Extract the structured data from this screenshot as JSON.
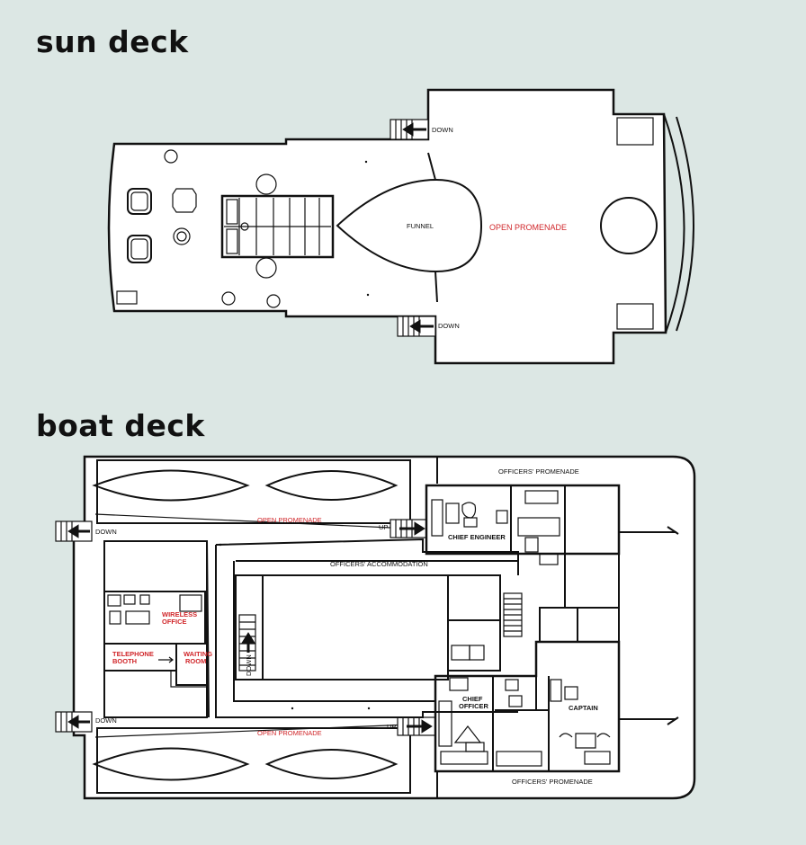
{
  "titles": {
    "sun_deck": "sun deck",
    "boat_deck": "boat deck"
  },
  "sun_deck": {
    "down_top": "DOWN",
    "down_bottom": "DOWN",
    "funnel": "FUNNEL",
    "open_promenade": "OPEN PROMENADE"
  },
  "boat_deck": {
    "officers_promenade_top": "OFFICERS' PROMENADE",
    "officers_promenade_bottom": "OFFICERS' PROMENADE",
    "open_promenade_top": "OPEN PROMENADE",
    "open_promenade_bottom": "OPEN PROMENADE",
    "down_left_top": "DOWN",
    "down_left_bottom": "DOWN",
    "up_top": "UP",
    "up_bottom": "UP",
    "chief_engineer": "CHIEF ENGINEER",
    "officers_accommodation": "OFFICERS' ACCOMMODATION",
    "wireless_office_line1": "WIRELESS",
    "wireless_office_line2": "OFFICE",
    "telephone_booth_line1": "TELEPHONE",
    "telephone_booth_line2": "BOOTH",
    "waiting_room_line1": "WAITING",
    "waiting_room_line2": "ROOM",
    "down_stair": "DOWN",
    "chief_officer_line1": "CHIEF",
    "chief_officer_line2": "OFFICER",
    "captain": "CAPTAIN"
  },
  "colors": {
    "background": "#dce7e4",
    "label_red": "#d0262a",
    "line": "#111111"
  }
}
